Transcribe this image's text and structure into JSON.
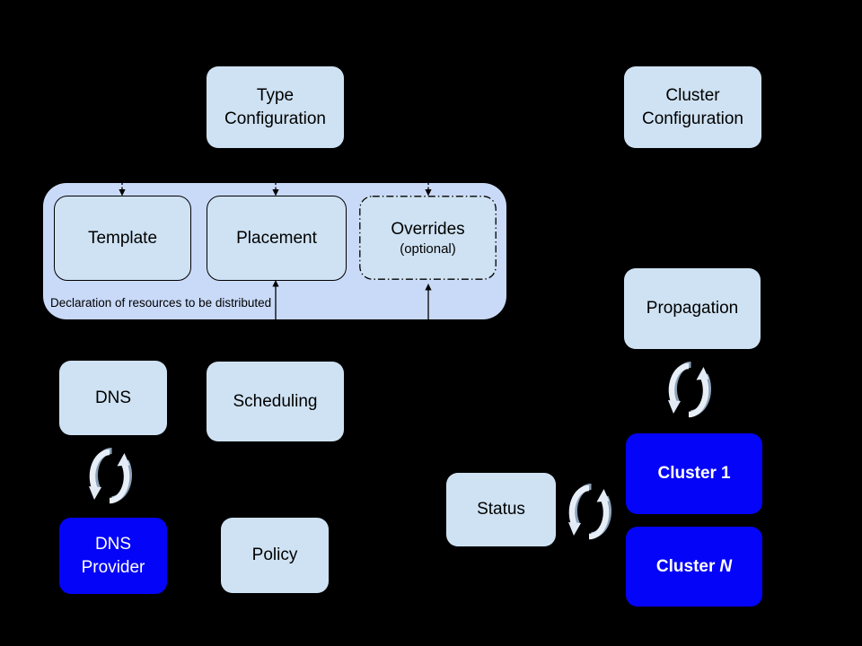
{
  "palette": {
    "background": "#000000",
    "light_box_fill": "#cfe2f3",
    "container_fill": "#c9daf8",
    "accent_blue": "#0404f8",
    "dark_text": "#000000",
    "light_text": "#ffffff",
    "connector_line": "#000000",
    "sync_icon_light": "#e7eef7",
    "sync_icon_shade": "#8ca2b9"
  },
  "nodes": {
    "type_config": {
      "lines": [
        "Type",
        "Configuration"
      ]
    },
    "cluster_config": {
      "lines": [
        "Cluster",
        "Configuration"
      ]
    },
    "template": {
      "label": "Template"
    },
    "placement": {
      "label": "Placement"
    },
    "overrides": {
      "label": "Overrides",
      "sublabel": "(optional)"
    },
    "dns": {
      "label": "DNS"
    },
    "scheduling": {
      "label": "Scheduling"
    },
    "dns_provider": {
      "lines": [
        "DNS",
        "Provider"
      ]
    },
    "policy": {
      "label": "Policy"
    },
    "propagation": {
      "label": "Propagation"
    },
    "status": {
      "label": "Status"
    },
    "cluster_1": {
      "prefix": "Cluster",
      "suffix": "1"
    },
    "cluster_n": {
      "prefix": "Cluster",
      "suffix": "N"
    }
  },
  "container": {
    "caption": "Declaration of resources to be distributed"
  },
  "icons": {
    "sync": "sync-arrows-icon"
  }
}
